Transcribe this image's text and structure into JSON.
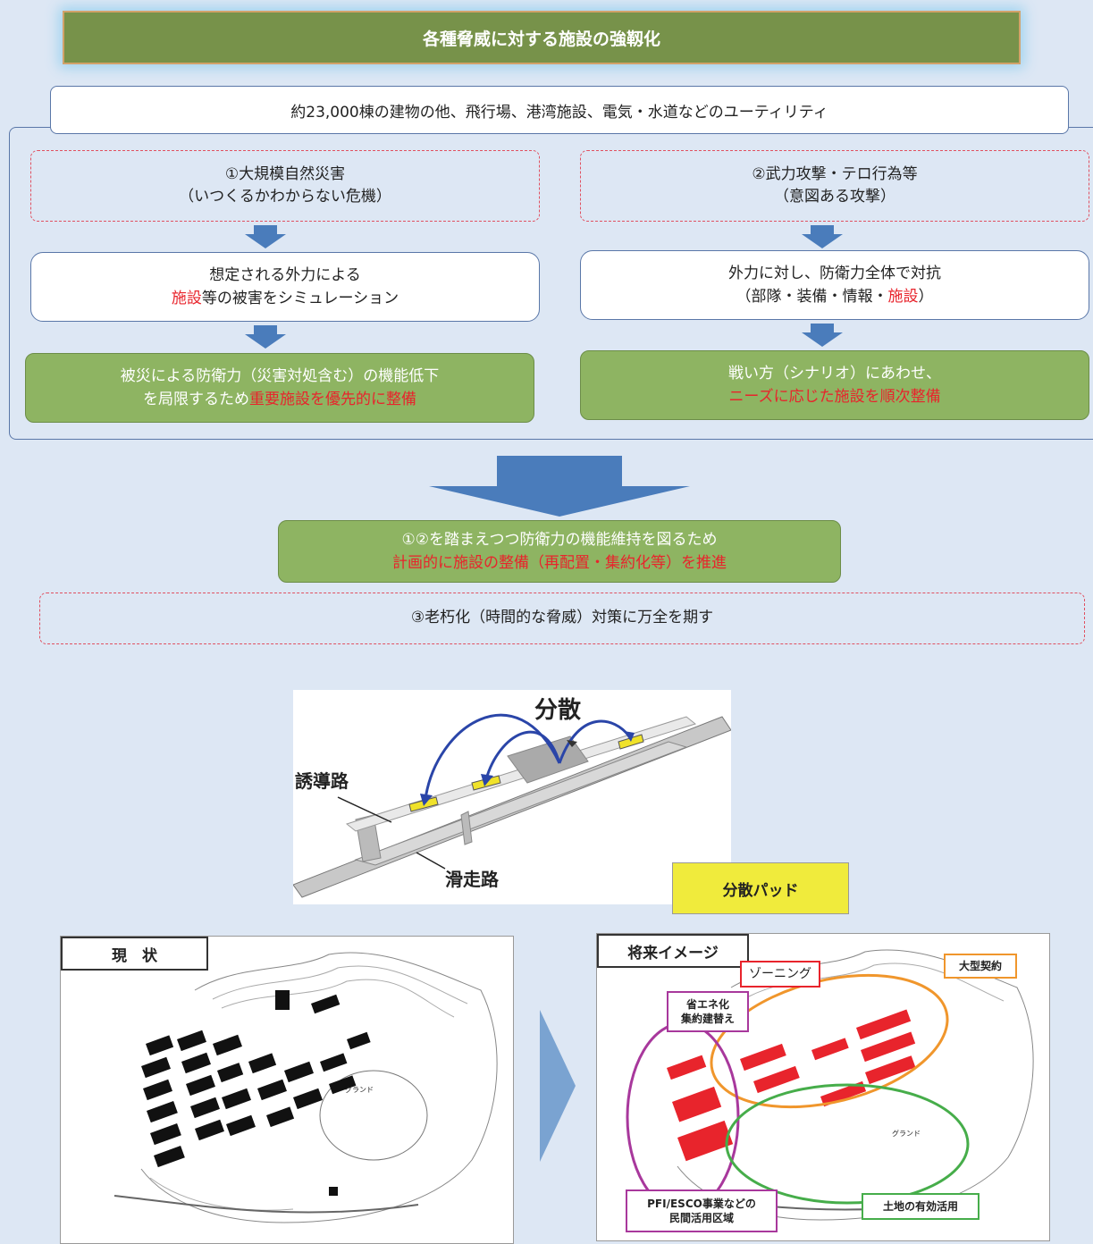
{
  "title": "各種脅威に対する施設の強靱化",
  "utilities": "約23,000棟の建物の他、飛行場、港湾施設、電気・水道などのユーティリティ",
  "left": {
    "threat_line1": "①大規模自然災害",
    "threat_line2": "（いつくるかわからない危機）",
    "step_line1": "想定される外力による",
    "step_line2_red": "施設",
    "step_line2_rest": "等の被害をシミュレーション",
    "result_line1": "被災による防衛力（災害対処含む）の機能低下",
    "result_line2_plain": "を局限するため",
    "result_line2_red": "重要施設を優先的に整備"
  },
  "right": {
    "threat_line1": "②武力攻撃・テロ行為等",
    "threat_line2": "（意図ある攻撃）",
    "step_line1": "外力に対し、防衛力全体で対抗",
    "step_line2_pre": "（部隊・装備・情報・",
    "step_line2_red": "施設",
    "step_line2_post": "）",
    "result_line1": "戦い方（シナリオ）にあわせ、",
    "result_line2_red": "ニーズに応じた施設を順次整備"
  },
  "merge": {
    "line1": "①②を踏まえつつ防衛力の機能維持を図るため",
    "line2_red": "計画的に施設の整備（再配置・集約化等）を推進"
  },
  "aging": "③老朽化（時間的な脅威）対策に万全を期す",
  "runway": {
    "title": "分散",
    "taxiway": "誘導路",
    "runway": "滑走路",
    "pad_label": "分散パッド"
  },
  "current": {
    "label": "現　状",
    "ground": "グランド"
  },
  "future": {
    "label": "将来イメージ",
    "zoning": "ゾーニング",
    "large_contract": "大型契約",
    "energy_line1": "省エネ化",
    "energy_line2": "集約建替え",
    "pfi_line1": "PFI/ESCO事業などの",
    "pfi_line2": "民間活用区域",
    "land": "土地の有効活用",
    "ground": "グランド"
  },
  "colors": {
    "title_green": "#77924a",
    "box_green": "#8eb462",
    "accent_red": "#e8242c",
    "arrow_blue": "#4a7cbb",
    "orange": "#f0962c",
    "purple": "#a8389c",
    "green_zone": "#46ad4a"
  }
}
